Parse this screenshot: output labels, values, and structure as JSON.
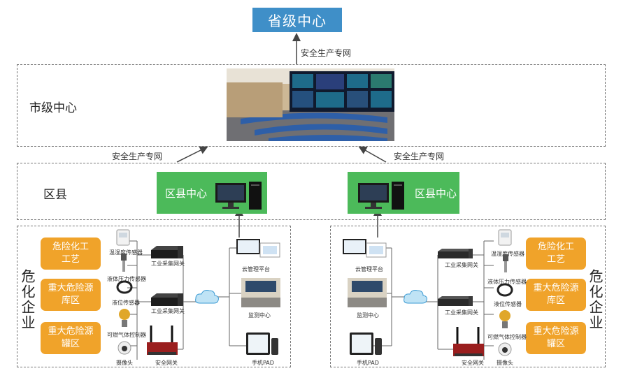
{
  "province": {
    "title": "省级中心"
  },
  "links": {
    "network": "安全生产专网"
  },
  "city": {
    "title": "市级中心"
  },
  "district": {
    "title": "区县",
    "center": "区县中心"
  },
  "enterprise": {
    "title_lines": [
      "危",
      "化",
      "企",
      "业"
    ],
    "zones": [
      "危险化工\n工艺",
      "重大危险源\n库区",
      "重大危险源\n罐区"
    ]
  },
  "devices": {
    "temp_sensor": "温湿度传感器",
    "pressure_sensor": "液体压力传感器",
    "level_sensor": "液位传感器",
    "gas_controller": "可燃气体控制器",
    "camera": "摄像头",
    "gateway": "安全网关",
    "acq_gateway": "工业采集网关",
    "cloud_platform": "云管理平台",
    "monitor_center": "监测中心",
    "pad": "手机PAD"
  },
  "colors": {
    "blue": "#3f8fc8",
    "green": "#4cba5a",
    "orange": "#f0a32a"
  }
}
